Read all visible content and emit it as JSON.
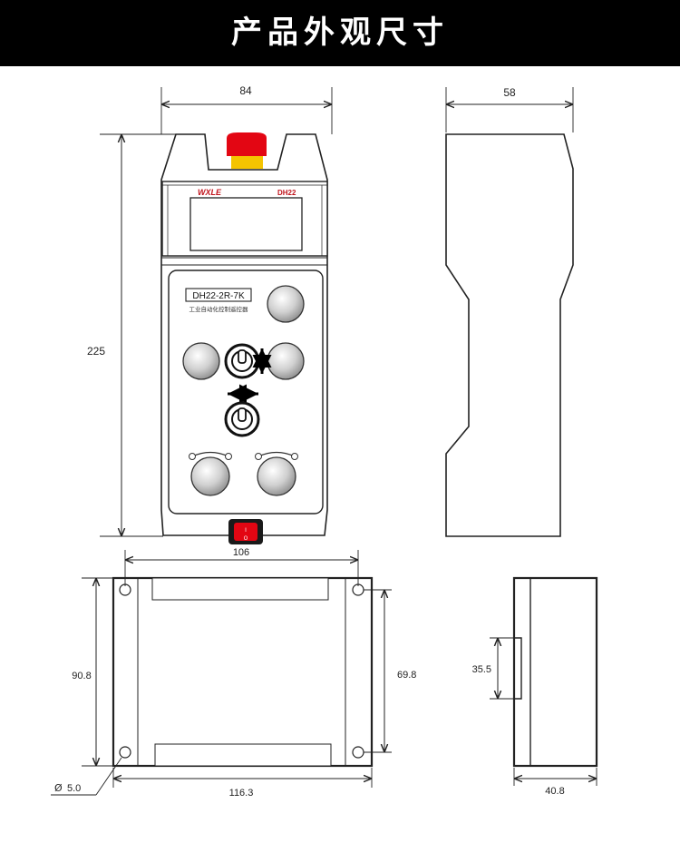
{
  "header": {
    "title": "产品外观尺寸"
  },
  "device": {
    "brand_logo": "WXLE",
    "model_top": "DH22",
    "label_model": "DH22-2R-7K",
    "label_desc": "工业自动化控制遥控器",
    "switch_on": "I",
    "switch_off": "O"
  },
  "dimensions": {
    "front_width": "84",
    "front_height": "225",
    "side_width": "58",
    "receiver_inner_width": "106",
    "receiver_outer_width": "116.3",
    "receiver_outer_height": "90.8",
    "receiver_hole_spacing": "69.8",
    "hole_diameter": "5.0",
    "rail_height": "35.5",
    "receiver_depth": "40.8"
  },
  "colors": {
    "emergency_stop": "#e30613",
    "stop_collar": "#f5c400",
    "button_grey": "#c8c8c8"
  },
  "icons": [
    "vertical-arrow-icon",
    "horizontal-arrow-icon",
    "rotary-knob-icon",
    "diameter-symbol-icon"
  ]
}
